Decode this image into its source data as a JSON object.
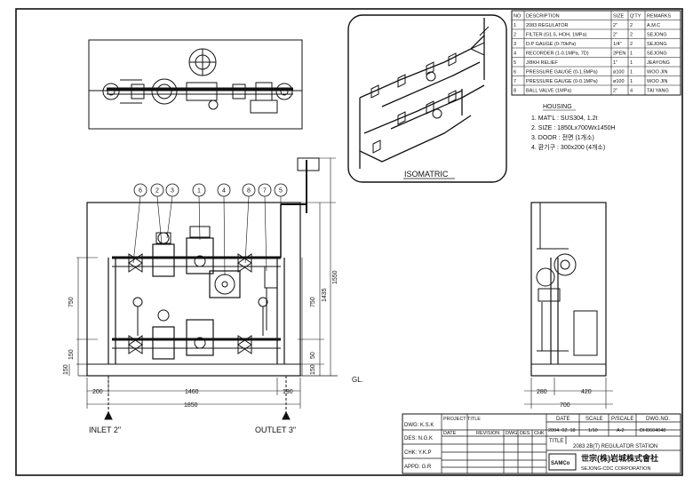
{
  "bom": {
    "headers": [
      "NO",
      "DESCRIPTION",
      "SIZE",
      "Q'TY",
      "REMARKS"
    ],
    "rows": [
      [
        "1",
        "2083 REGULATOR",
        "2\"",
        "2",
        "A.M.C"
      ],
      [
        "2",
        "FILTER (G1.5, HOH, 1MPa)",
        "2\"",
        "2",
        "SEJONG"
      ],
      [
        "3",
        "D.P GAUGE (0-70kPa)",
        "1/4\"",
        "2",
        "SEJONG"
      ],
      [
        "4",
        "RECORDER (1-0.1MPa, 7D)",
        "2PEN",
        "1",
        "SEJONG"
      ],
      [
        "5",
        "J/8KH RELIEF",
        "1\"",
        "1",
        "JEAYONG"
      ],
      [
        "6",
        "PRESSURE GAUGE (0-1.5MPa)",
        "ø100",
        "1",
        "WOO JIN"
      ],
      [
        "7",
        "PRESSURE GAUGE (0-0.1MPa)",
        "ø100",
        "1",
        "WOO JIN"
      ],
      [
        "8",
        "BALL VALVE (1MPa)",
        "2\"",
        "4",
        "TAI YANG"
      ]
    ]
  },
  "housing": {
    "title": "HOUSING",
    "lines": [
      "1. MAT'L : SUS304, 1.2t",
      "2. SIZE : 1850Lx700Wx1450H",
      "3. DOOR : 전면 (1개소)",
      "4. 환기구 : 300x200 (4개소)"
    ]
  },
  "isometric_label": "ISOMATRIC",
  "balloons": [
    "6",
    "2",
    "3",
    "1",
    "4",
    "8",
    "7",
    "5"
  ],
  "dims": {
    "bottom_segments": [
      "200",
      "1460",
      "190"
    ],
    "bottom_total": "1850",
    "left_upper": "750",
    "left_mid": "150",
    "left_low": "150",
    "left_total": "150",
    "right_upper": "750",
    "right_150": "150",
    "right_50": "50",
    "right_1435": "1435",
    "right_1550": "1550",
    "gl": "GL.",
    "side_a": "280",
    "side_b": "420",
    "side_total": "700"
  },
  "inlet": "INLET 2\"",
  "outlet": "OUTLET 3\"",
  "title_block": {
    "dwg": "DWG: K.S.K",
    "des": "DES: N.G.K",
    "chk": "CHK: Y.K.P",
    "appd": "APPD: G.R",
    "project_title": "PROJECT TITLE",
    "date_hdr": "DATE",
    "scale_hdr": "SCALE",
    "pscale_hdr": "P/SCALE",
    "dwgno_hdr": "DWG.NO.",
    "date_val": "2004. 02. 18",
    "scale_val": "1/10",
    "pscale_val": "A-2",
    "dwgno_val": "DH0604048",
    "rev_cols": [
      "DATE",
      "REVISION",
      "DWG",
      "DES",
      "CHK"
    ],
    "title_label": "TITLE",
    "title_val": "2083 2B(T) REGULATOR STATION",
    "company_kr": "世宗(株)岩城株式會社",
    "company_en": "SEJONG-CDC CORPORATION",
    "logo": "SAMCo"
  }
}
